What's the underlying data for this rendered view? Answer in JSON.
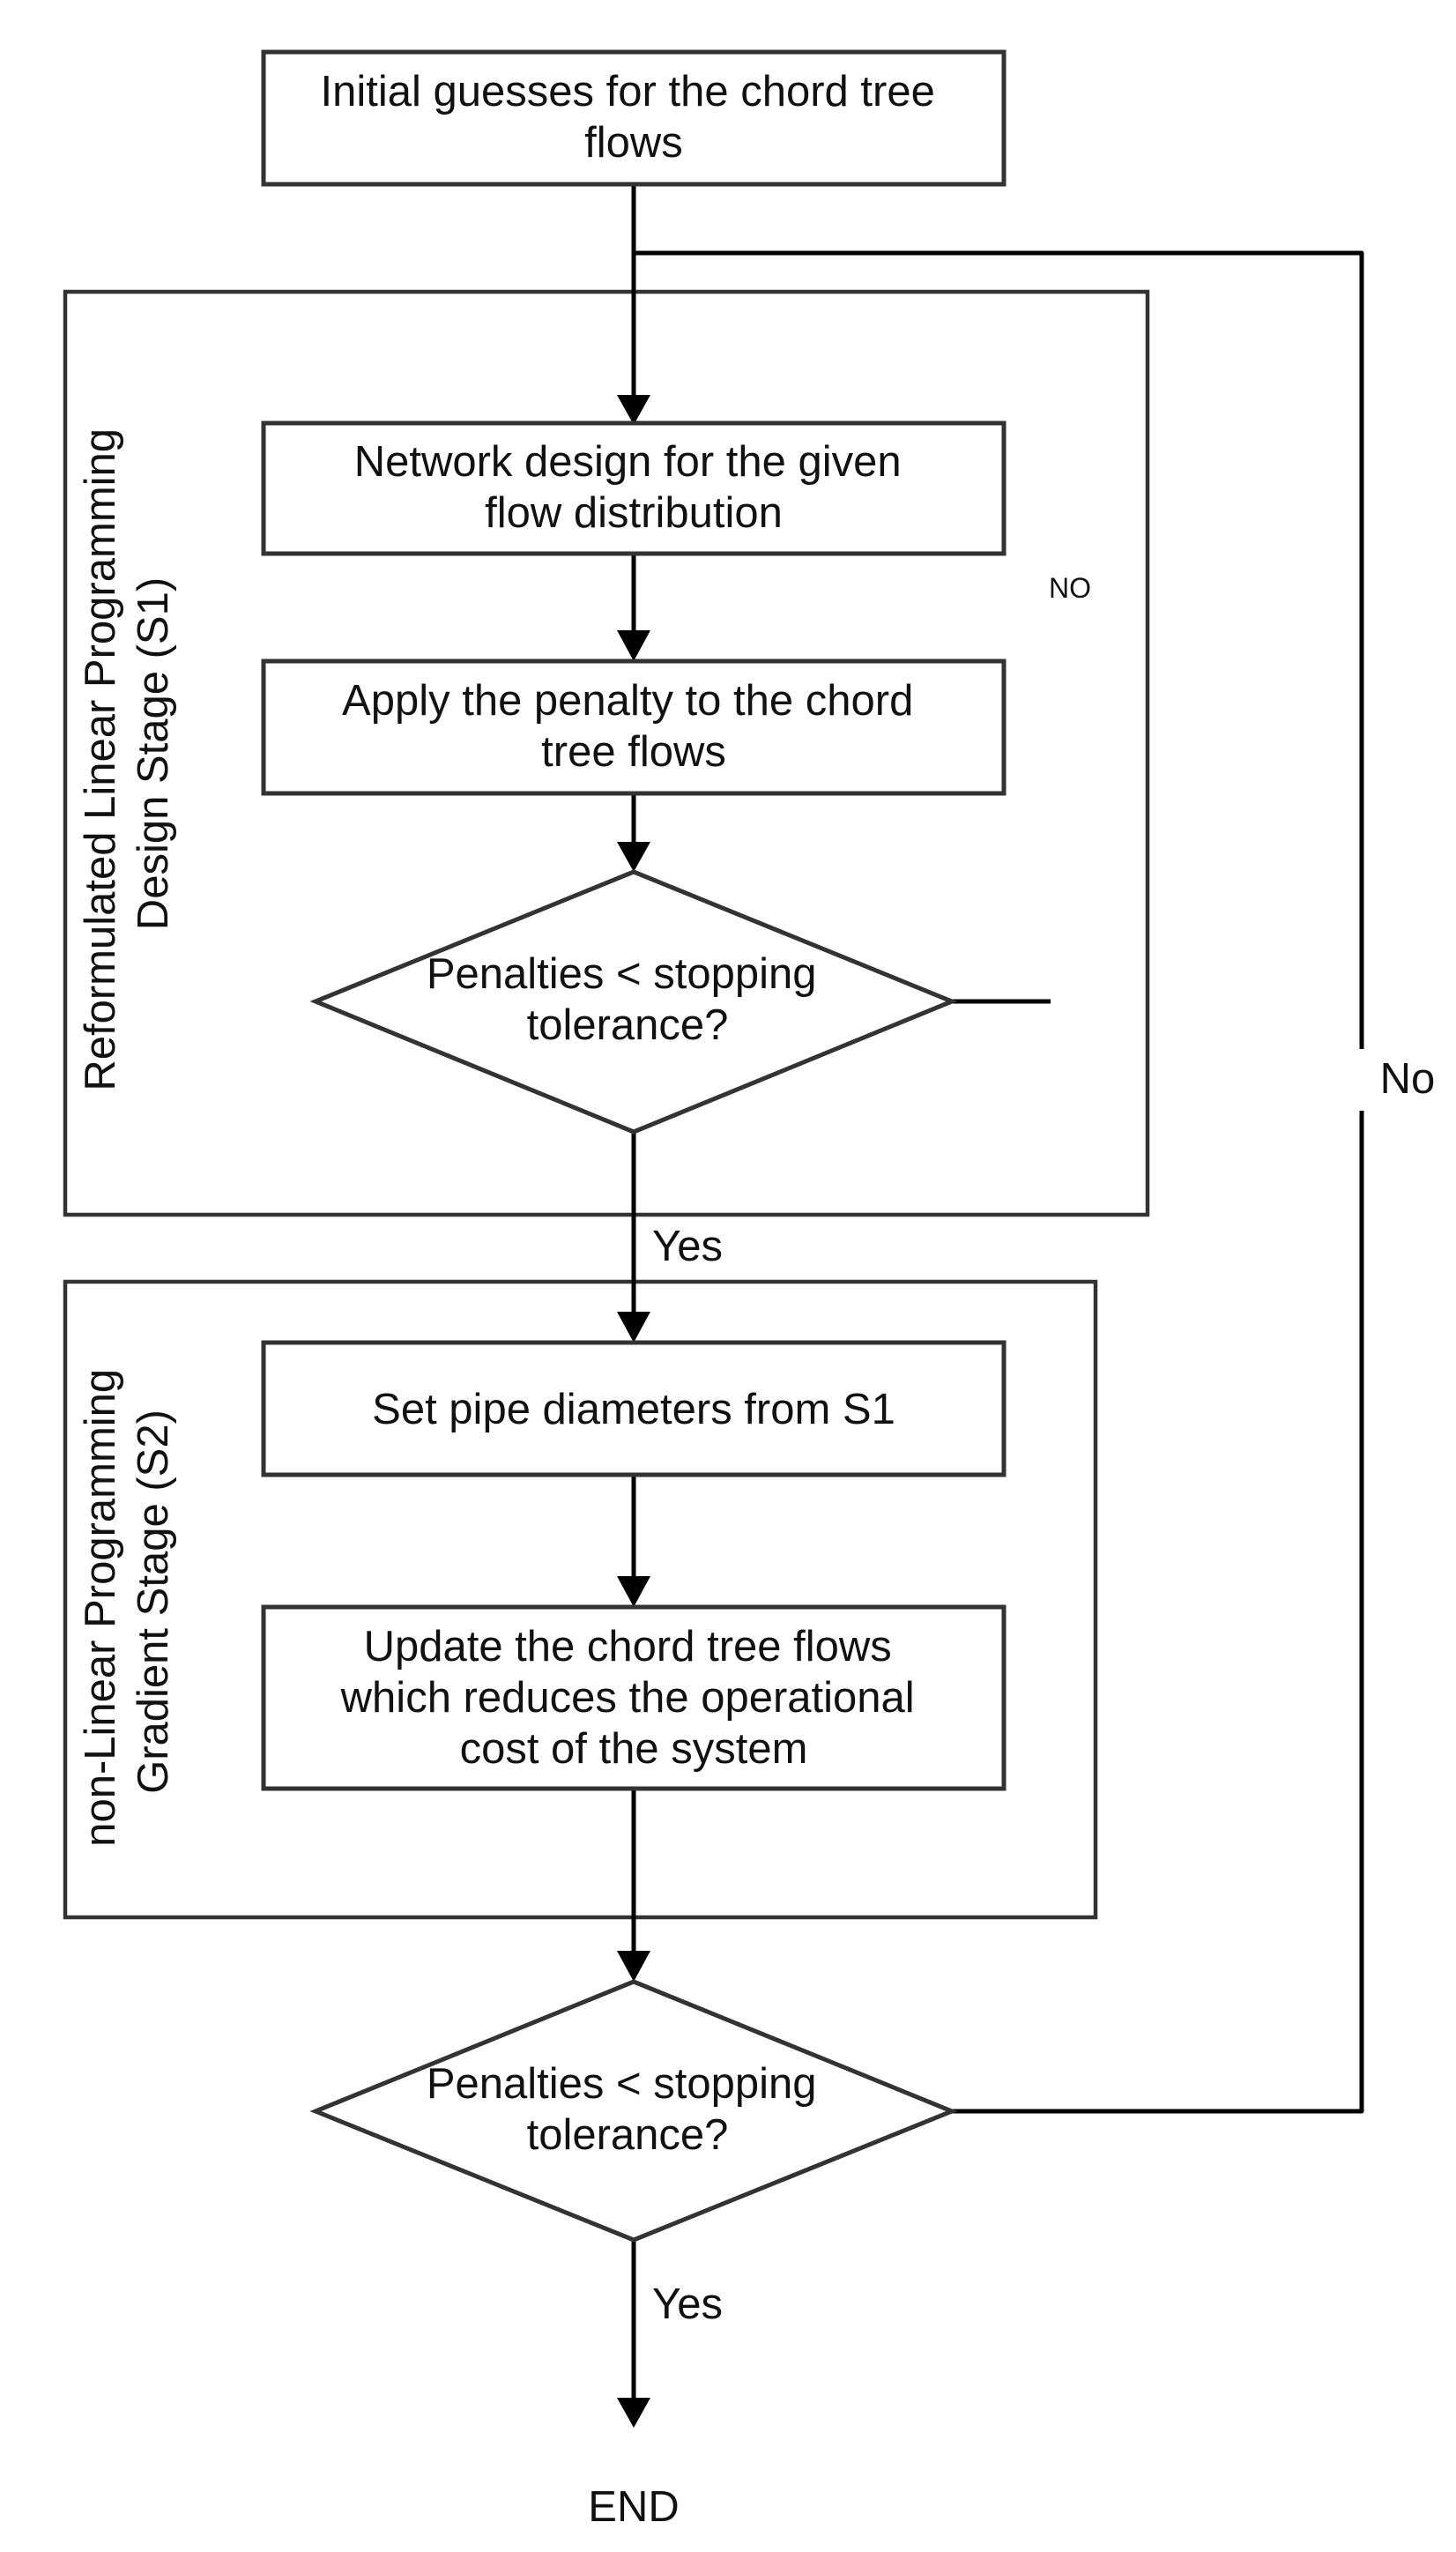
{
  "diagram": {
    "start_box": [
      "Initial guesses for the chord tree",
      "flows"
    ],
    "stage1": {
      "label": [
        "Reformulated Linear Programming",
        "Design Stage (S1)"
      ],
      "network_box": [
        "Network design for the given",
        "flow distribution"
      ],
      "penalty_box": [
        "Apply the penalty to the chord",
        "tree flows"
      ],
      "decision": [
        "Penalties < stopping",
        "tolerance?"
      ],
      "no_label": "NO"
    },
    "yes_label_1": "Yes",
    "stage2": {
      "label": [
        "non-Linear Programming",
        "Gradient Stage (S2)"
      ],
      "diameter_box": [
        "Set pipe diameters from S1"
      ],
      "update_box": [
        "Update the chord tree flows",
        "which reduces the operational",
        "cost of the system"
      ]
    },
    "final_decision": [
      "Penalties < stopping",
      "tolerance?"
    ],
    "no_label_outer": "No",
    "yes_label_2": "Yes",
    "end_label": "END"
  }
}
